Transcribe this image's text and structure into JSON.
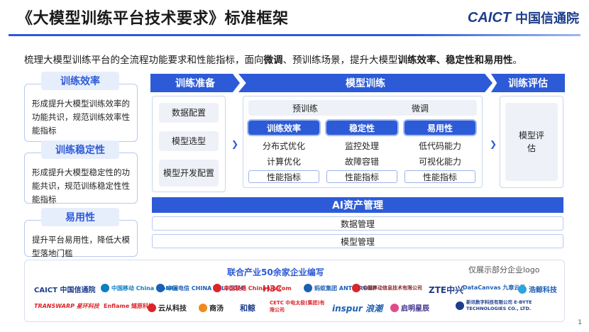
{
  "header": {
    "title": "《大模型训练平台技术要求》标准框架",
    "logo_en": "CAICT",
    "logo_cn": "中国信通院"
  },
  "intro": {
    "prefix": "梳理大模型训练平台的全流程功能要求和性能指标，面向",
    "b1": "微调",
    "mid": "、预训练场景，提升大模型",
    "b2": "训练效率、稳定性和易用性",
    "suffix": "。"
  },
  "left": [
    {
      "label": "训练效率",
      "desc": "形成提升大模型训练效率的功能共识，规范训练效率性能指标"
    },
    {
      "label": "训练稳定性",
      "desc": "形成提升大模型稳定性的功能共识，规范训练稳定性性能指标"
    },
    {
      "label": "易用性",
      "desc": "提升平台易用性，降低大模型落地门槛"
    }
  ],
  "stages": {
    "prep": {
      "title": "训练准备",
      "items": [
        "数据配置",
        "模型选型",
        "模型开发配置"
      ]
    },
    "train": {
      "title": "模型训练",
      "modes": [
        "预训练",
        "微调"
      ],
      "columns": [
        {
          "head": "训练效率",
          "items": [
            "分布式优化",
            "计算优化"
          ],
          "metric": "性能指标"
        },
        {
          "head": "稳定性",
          "items": [
            "监控处理",
            "故障容错"
          ],
          "metric": "性能指标"
        },
        {
          "head": "易用性",
          "items": [
            "低代码能力",
            "可视化能力"
          ],
          "metric": "性能指标"
        }
      ]
    },
    "eval": {
      "title": "训练评估",
      "item": "模型评估"
    }
  },
  "assets": {
    "title": "AI资产管理",
    "rows": [
      "数据管理",
      "模型管理"
    ]
  },
  "partners": {
    "title": "联合产业50余家企业编写",
    "note": "仅展示部分企业logo",
    "row1": [
      "CAICT 中国信通院",
      "中国移动 China Mobile",
      "中国电信 CHINA TELECOM",
      "中国联通 China unicom",
      "H3C",
      "蚂蚁集团 ANT GROUP",
      "中国移动信息技术有限公司",
      "ZTE中兴",
      "DataCanvas 九章云极",
      "浩鲸科技"
    ],
    "row2": [
      "TRANSWARP 星环科技",
      "Enflame 燧原科技",
      "云从科技",
      "商汤",
      "和鲸",
      "CETC 中电太极(集团)有限公司",
      "inspur 浪潮",
      "启明星辰",
      "新讯数字科技有限公司 E-BYTE TECHNOLOGIES CO., LTD."
    ],
    "colors": {
      "primary": "#2d5bd8",
      "red": "#d9252b"
    }
  },
  "page_number": "1"
}
